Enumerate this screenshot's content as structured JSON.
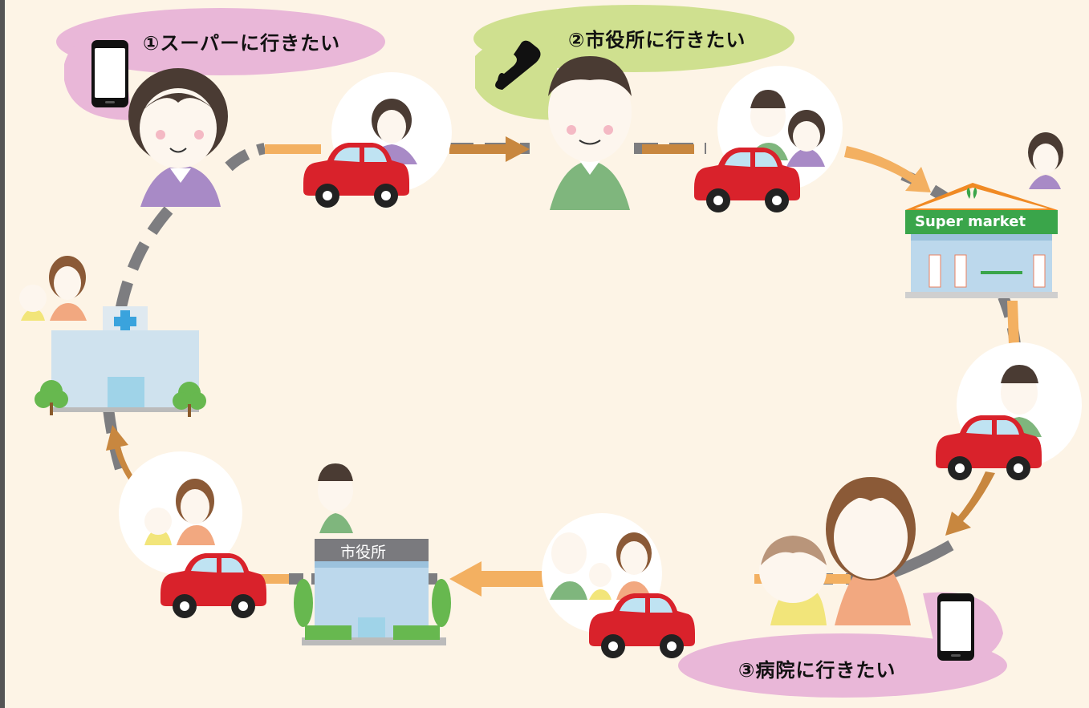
{
  "bubbles": {
    "b1": "①スーパーに行きたい",
    "b2": "②市役所に行きたい",
    "b3": "③病院に行きたい"
  },
  "labels": {
    "supermarket_sign": "Super market",
    "city_hall_sign": "市役所"
  },
  "colors": {
    "background": "#fdf4e6",
    "pink_bubble": "#e9b7d8",
    "green_bubble": "#cfe08f",
    "car_red": "#d9222b",
    "road_gray": "#7d7d80",
    "road_orange": "#f3b061",
    "arrow_brown": "#c8873f",
    "market_orange": "#f08a24",
    "market_green": "#3aa54a"
  }
}
